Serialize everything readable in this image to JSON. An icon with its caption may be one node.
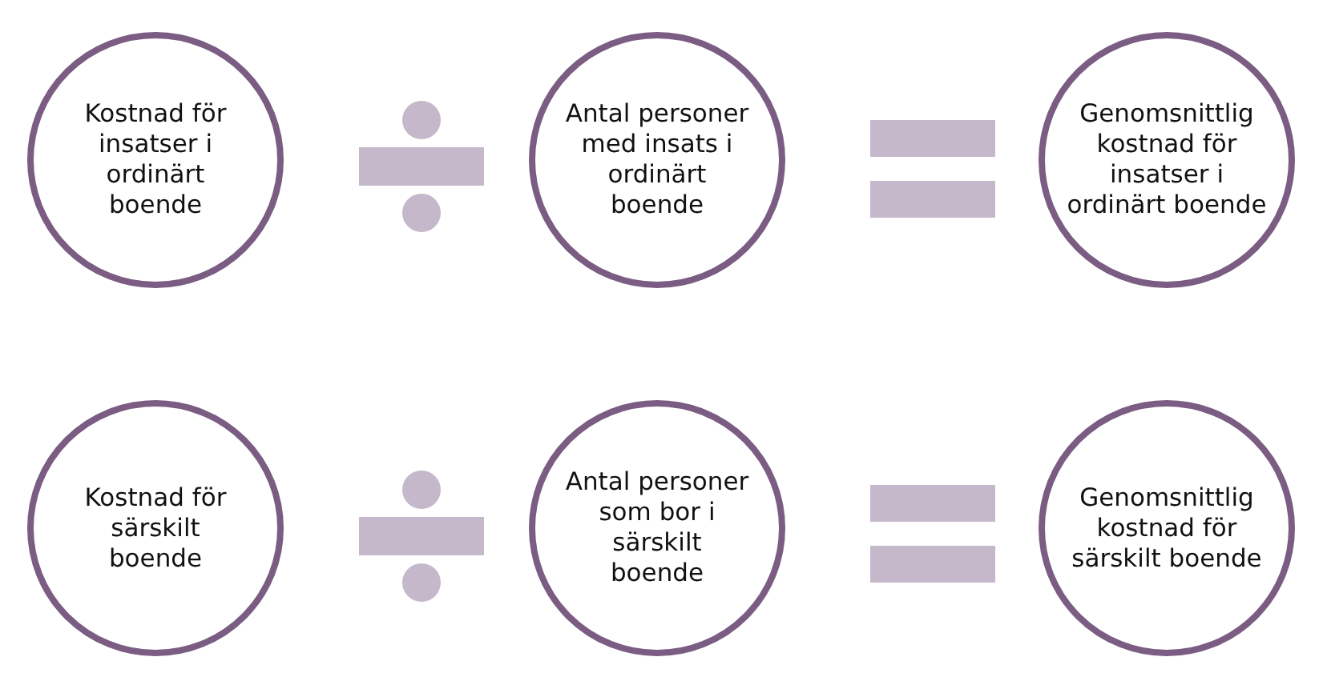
{
  "diagram": {
    "nodes": [
      {
        "text": [
          "Kostnad för insatser i ordinärt boende"
        ]
      },
      {
        "text": [
          "Antal personer med insats i ordinärt boende"
        ]
      },
      {
        "text": [
          "Genomsnittlig kostnad för insatser i ordinärt boende"
        ]
      },
      {
        "text": [
          "Kostnad för särskilt boende"
        ]
      },
      {
        "text": [
          "Antal personer som bor i särskilt boende"
        ]
      },
      {
        "text": [
          "Genomsnittlig kostnad för särskilt boende"
        ]
      }
    ]
  }
}
